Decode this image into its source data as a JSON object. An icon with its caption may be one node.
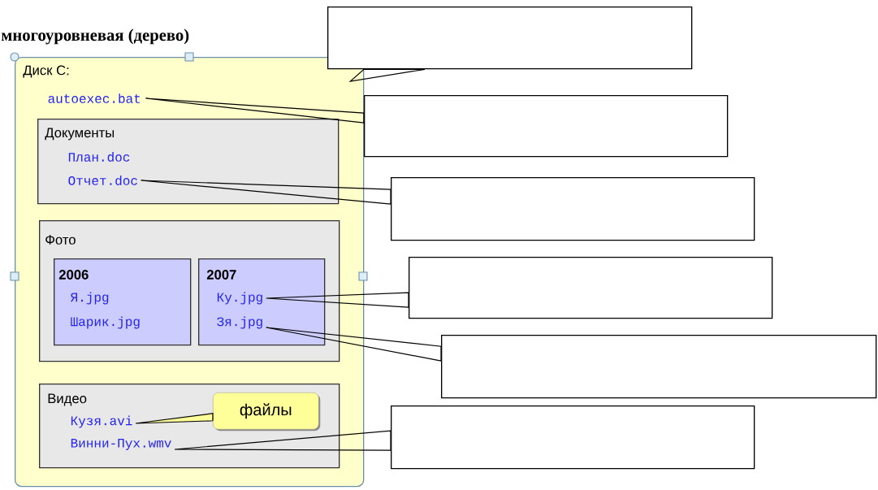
{
  "diagram": {
    "title": "многоуровневая (дерево)",
    "nodes": [
      {
        "text": [
          "Диск С:"
        ]
      },
      {
        "text": [
          "autoexec.bat"
        ],
        "in": 0
      },
      {
        "text": [
          "Документы"
        ],
        "in": 0
      },
      {
        "text": [
          "План.doc"
        ],
        "in": 2
      },
      {
        "text": [
          "Отчет.doc"
        ],
        "in": 2
      },
      {
        "text": [
          "Фото"
        ],
        "in": 0
      },
      {
        "text": [
          "2006"
        ],
        "in": 5
      },
      {
        "text": [
          "Я.jpg"
        ],
        "in": 6
      },
      {
        "text": [
          "Шарик.jpg"
        ],
        "in": 6
      },
      {
        "text": [
          "2007"
        ],
        "in": 5
      },
      {
        "text": [
          "Ку.jpg"
        ],
        "in": 9
      },
      {
        "text": [
          "Зя.jpg"
        ],
        "in": 9
      },
      {
        "text": [
          "Видео"
        ],
        "in": 0
      },
      {
        "text": [
          "Кузя.avi"
        ],
        "in": 12
      },
      {
        "text": [
          "Винни-Пух.wmv"
        ],
        "in": 12
      },
      {
        "text": [
          "файлы"
        ],
        "in": 12
      },
      {
        "text": [],
        "shape": "box"
      },
      {
        "text": [],
        "shape": "box"
      },
      {
        "text": [],
        "shape": "box"
      },
      {
        "text": [],
        "shape": "box"
      },
      {
        "text": [],
        "shape": "box"
      },
      {
        "text": [],
        "shape": "box"
      }
    ],
    "edges": [
      {
        "from": 15,
        "to": 13,
        "arrow": "none"
      },
      {
        "from": 16,
        "to": 0,
        "arrow": "none"
      },
      {
        "from": 17,
        "to": 1,
        "arrow": "none"
      },
      {
        "from": 18,
        "to": 4,
        "arrow": "none"
      },
      {
        "from": 19,
        "to": 10,
        "arrow": "none"
      },
      {
        "from": 20,
        "to": 11,
        "arrow": "none"
      },
      {
        "from": 21,
        "to": 14,
        "arrow": "none"
      }
    ]
  }
}
